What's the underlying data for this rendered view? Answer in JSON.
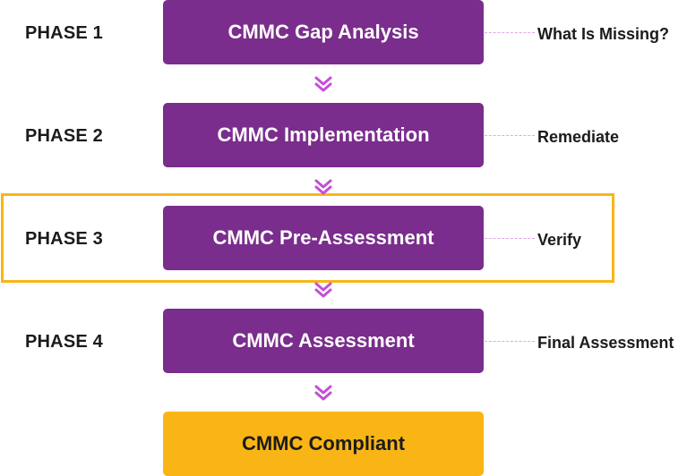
{
  "phases": [
    {
      "label": "PHASE 1",
      "step": "CMMC Gap Analysis",
      "outcome": "What Is Missing?"
    },
    {
      "label": "PHASE 2",
      "step": "CMMC Implementation",
      "outcome": "Remediate"
    },
    {
      "label": "PHASE 3",
      "step": "CMMC Pre-Assessment",
      "outcome": "Verify",
      "highlighted": true
    },
    {
      "label": "PHASE 4",
      "step": "CMMC Assessment",
      "outcome": "Final Assessment"
    }
  ],
  "final_step": "CMMC Compliant",
  "colors": {
    "step_purple": "#7a2d8c",
    "final_gold": "#f9b516",
    "chevron": "#c44fd6",
    "connector": "#e3a6e6",
    "highlight": "#f9b516"
  },
  "icons": {
    "flow": "double-chevron-down-icon"
  }
}
